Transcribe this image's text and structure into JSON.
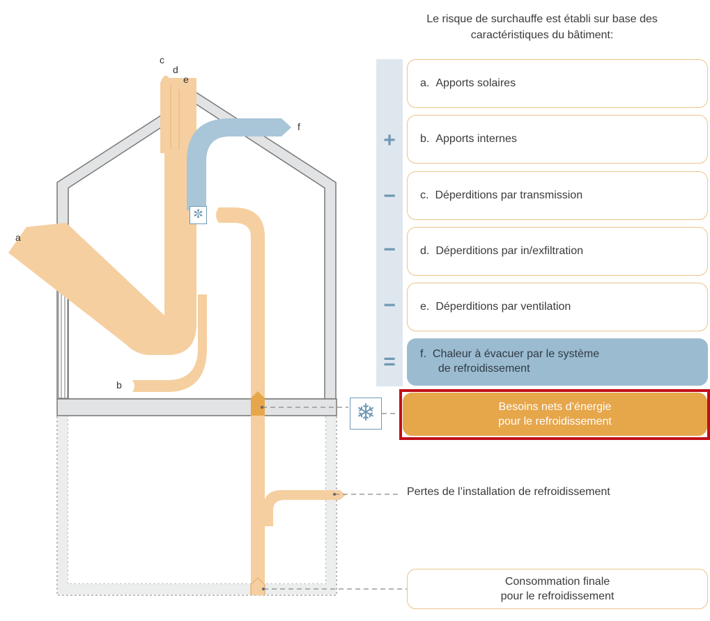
{
  "header": {
    "line1": "Le risque de surchauffe est établi sur base des",
    "line2": "caractéristiques du bâtiment:"
  },
  "factors": [
    {
      "letter": "a.",
      "label": "Apports solaires",
      "operator": ""
    },
    {
      "letter": "b.",
      "label": "Apports internes",
      "operator": "+"
    },
    {
      "letter": "c.",
      "label": "Déperditions par transmission",
      "operator": "−"
    },
    {
      "letter": "d.",
      "label": "Déperditions par in/exfiltration",
      "operator": "−"
    },
    {
      "letter": "e.",
      "label": "Déperditions par ventilation",
      "operator": "−"
    }
  ],
  "result": {
    "operator": "=",
    "letter": "f.",
    "line1": "Chaleur à évacuer par le système",
    "line2": "de refroidissement"
  },
  "needs": {
    "line1": "Besoins nets d’énergie",
    "line2": "pour le refroidissement"
  },
  "losses_label": "Pertes de l’installation de refroidissement",
  "final": {
    "line1": "Consommation finale",
    "line2": "pour le refroidissement"
  },
  "diagram_tags": {
    "a": "a",
    "b": "b",
    "c": "c",
    "d": "d",
    "e": "e",
    "f": "f"
  },
  "icons": {
    "snowflake": "❄",
    "small_snowflake": "✼"
  },
  "colors": {
    "flow": "#f5cfa0",
    "flow_dark": "#e6a64a",
    "cold_flow": "#a9c5d8",
    "accent_blue": "#6f99b4",
    "wall": "#e2e3e5",
    "highlight": "#c00f18"
  }
}
